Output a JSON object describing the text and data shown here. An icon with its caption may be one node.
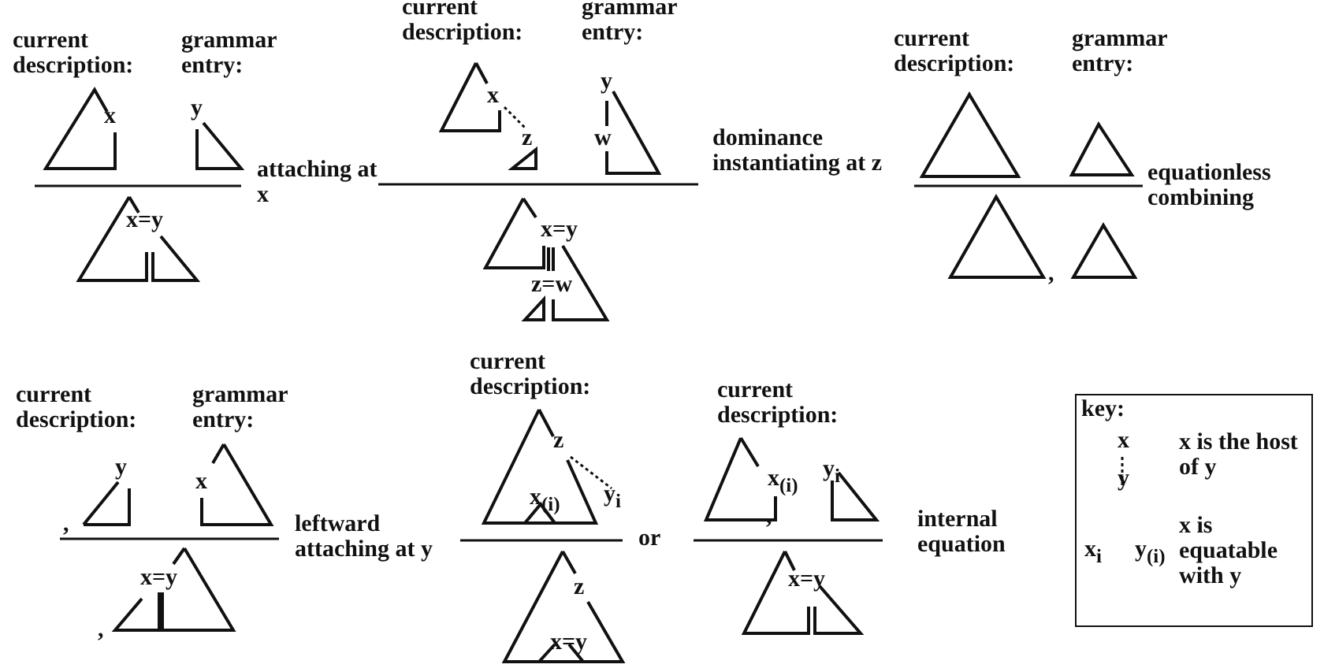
{
  "diagram": {
    "nodes": [
      {
        "text": [
          "key:",
          "x",
          "y",
          "x is the host of y",
          "x$_{i}$",
          "y$_{(i)}$",
          "x is equatable with y"
        ]
      }
    ],
    "labels": [
      "current description:",
      "grammar entry:",
      "x",
      "y",
      "attaching at x",
      "x=y",
      "current description:",
      "grammar entry:",
      "x",
      "z",
      "y",
      "w",
      "dominance instantiating at z",
      "x=y",
      "z=w",
      "current description:",
      "grammar entry:",
      "equationless combining",
      ",",
      "current description:",
      "grammar entry:",
      ",",
      "y",
      "x",
      "leftward attaching at y",
      ",",
      "x=y",
      "current description:",
      "z",
      "x$_{(i)}$",
      "y$_{i}$",
      "or",
      "z",
      "x=y",
      "current description:",
      "x$_{(i)}$",
      ",",
      "y$_{i}$",
      "x=y",
      "internal equation"
    ]
  }
}
